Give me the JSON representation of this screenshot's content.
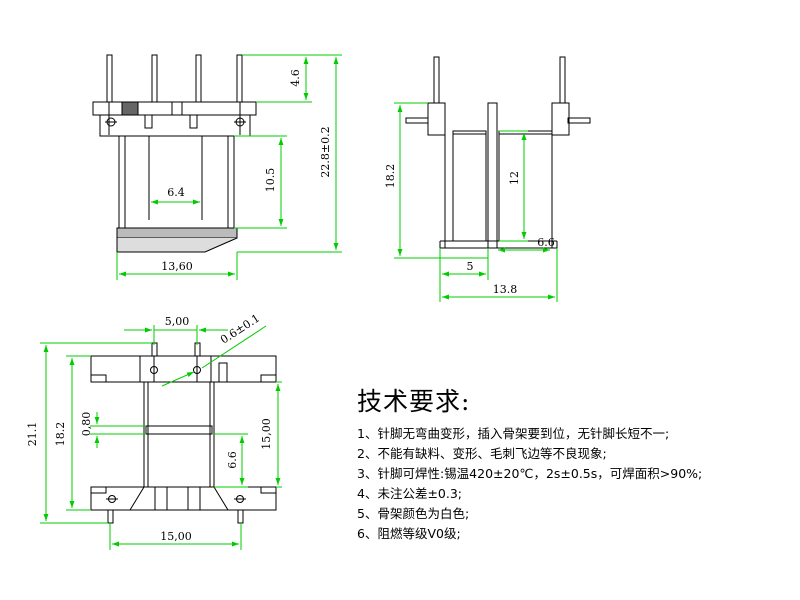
{
  "front_view": {
    "dims": {
      "pin_length": "4.6",
      "overall_height": "22.8±0.2",
      "window_height": "10.5",
      "window_width": "6.4",
      "base_width": "13,60"
    }
  },
  "side_view": {
    "dims": {
      "height": "18.2",
      "winding_height": "12",
      "flange_gap": "6.6",
      "pin_pitch": "5",
      "overall_width": "13.8"
    }
  },
  "top_view": {
    "dims": {
      "pin_pitch": "5,00",
      "pin_diameter": "0.6±0.1",
      "overall_height": "21.1",
      "inner_height": "18.2",
      "flange_thickness": "0,80",
      "winding_width": "6.6",
      "inner_span": "15,00",
      "overall_width": "15,00"
    }
  },
  "notes": {
    "title": "技术要求:",
    "items": [
      "1、针脚无弯曲变形，插入骨架要到位，无针脚长短不一;",
      "2、不能有缺料、变形、毛刺飞边等不良现象;",
      "3、针脚可焊性:锡温420±20℃，2s±0.5s，可焊面积>90%;",
      "4、未注公差±0.3;",
      "5、骨架颜色为白色;",
      "6、阻燃等级V0级;"
    ]
  },
  "colors": {
    "line": "#000000",
    "dimension": "#00cc00"
  }
}
